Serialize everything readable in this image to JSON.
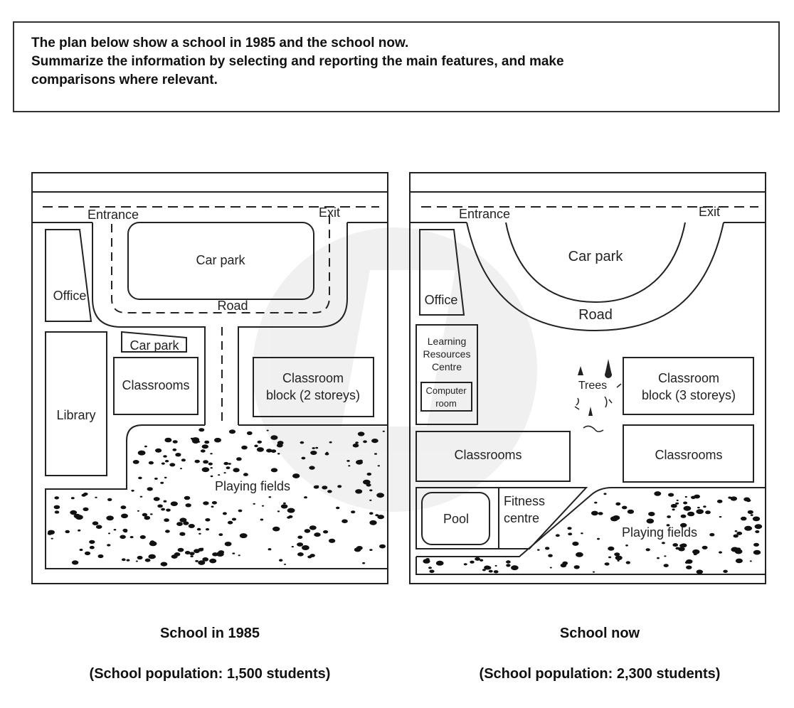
{
  "prompt": {
    "line1": "The plan below show a school in 1985 and the school now.",
    "line2": "Summarize the information by selecting and reporting the main features, and make",
    "line3": "comparisons where relevant."
  },
  "plan_1985": {
    "entrance": "Entrance",
    "exit": "Exit",
    "car_park_top": "Car park",
    "road": "Road",
    "office": "Office",
    "car_park_small": "Car park",
    "classrooms": "Classrooms",
    "classroom_block_line1": "Classroom",
    "classroom_block_line2": "block (2 storeys)",
    "library": "Library",
    "playing_fields": "Playing fields",
    "caption": "School in 1985",
    "population": "(School population: 1,500 students)"
  },
  "plan_now": {
    "entrance": "Entrance",
    "exit": "Exit",
    "car_park": "Car park",
    "road": "Road",
    "office": "Office",
    "lrc_line1": "Learning",
    "lrc_line2": "Resources",
    "lrc_line3": "Centre",
    "computer_line1": "Computer",
    "computer_line2": "room",
    "trees": "Trees",
    "classroom_block_line1": "Classroom",
    "classroom_block_line2": "block (3 storeys)",
    "classrooms_left": "Classrooms",
    "classrooms_right": "Classrooms",
    "pool": "Pool",
    "fitness_line1": "Fitness",
    "fitness_line2": "centre",
    "playing_fields": "Playing fields",
    "caption": "School now",
    "population": "(School population: 2,300 students)"
  }
}
